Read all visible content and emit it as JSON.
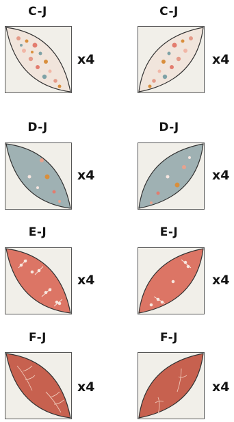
{
  "pieces": [
    {
      "label": "C-J",
      "qty": "x4",
      "fabric": "floral-cream",
      "base": "#f1e5dc",
      "accent": "#e59a88"
    },
    {
      "label": "C-J",
      "qty": "x4",
      "fabric": "floral-cream",
      "base": "#f1e5dc",
      "accent": "#e59a88"
    },
    {
      "label": "D-J",
      "qty": "x4",
      "fabric": "floral-blue-grey",
      "base": "#9fb1b3",
      "accent": "#e7a28e"
    },
    {
      "label": "D-J",
      "qty": "x4",
      "fabric": "floral-blue-grey",
      "base": "#9fb1b3",
      "accent": "#e7a28e"
    },
    {
      "label": "E-J",
      "qty": "x4",
      "fabric": "coral-sprigs",
      "base": "#dc7565",
      "accent": "#f7e7df"
    },
    {
      "label": "E-J",
      "qty": "x4",
      "fabric": "coral-sprigs",
      "base": "#dc7565",
      "accent": "#f7e7df"
    },
    {
      "label": "F-J",
      "qty": "x4",
      "fabric": "rust-botanical",
      "base": "#c7614f",
      "accent": "#efc8b8"
    },
    {
      "label": "F-J",
      "qty": "x4",
      "fabric": "rust-botanical",
      "base": "#c7614f",
      "accent": "#efc8b8"
    }
  ],
  "colors": {
    "background_square": "#f1efe9",
    "border": "#555555",
    "text": "#141414"
  }
}
